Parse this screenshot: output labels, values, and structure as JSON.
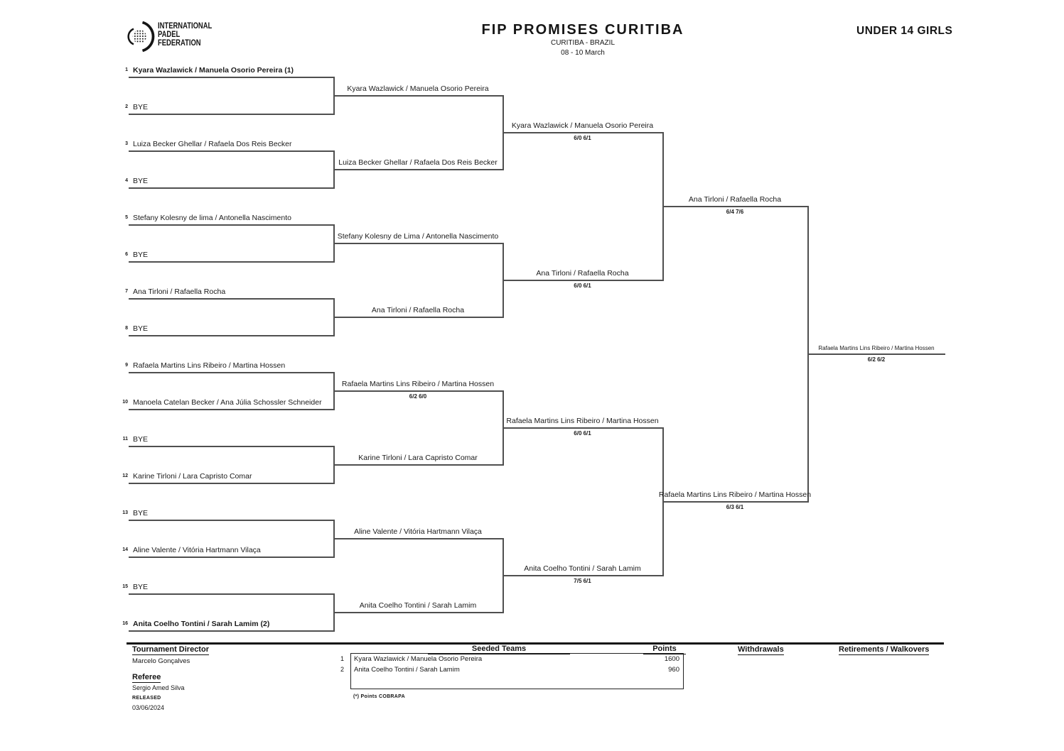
{
  "header": {
    "logo_line1": "INTERNATIONAL",
    "logo_line2": "PADEL",
    "logo_line3": "FEDERATION",
    "title": "FIP PROMISES CURITIBA",
    "location": "CURITIBA - BRAZIL",
    "dates": "08 - 10 March",
    "category": "UNDER 14 GIRLS"
  },
  "bracket": {
    "round1": [
      {
        "seed": "1",
        "name": "Kyara Wazlawick / Manuela Osorio Pereira (1)",
        "bold": true
      },
      {
        "seed": "2",
        "name": "BYE",
        "bold": false
      },
      {
        "seed": "3",
        "name": "Luiza Becker Ghellar / Rafaela Dos Reis Becker",
        "bold": false
      },
      {
        "seed": "4",
        "name": "BYE",
        "bold": false
      },
      {
        "seed": "5",
        "name": "Stefany Kolesny de lima / Antonella Nascimento",
        "bold": false
      },
      {
        "seed": "6",
        "name": "BYE",
        "bold": false
      },
      {
        "seed": "7",
        "name": "Ana Tirloni / Rafaella Rocha",
        "bold": false
      },
      {
        "seed": "8",
        "name": "BYE",
        "bold": false
      },
      {
        "seed": "9",
        "name": "Rafaela Martins Lins Ribeiro / Martina Hossen",
        "bold": false
      },
      {
        "seed": "10",
        "name": "Manoela Catelan Becker / Ana Júlia Schossler Schneider",
        "bold": false
      },
      {
        "seed": "11",
        "name": "BYE",
        "bold": false
      },
      {
        "seed": "12",
        "name": "Karine Tirloni / Lara Capristo Comar",
        "bold": false
      },
      {
        "seed": "13",
        "name": "BYE",
        "bold": false
      },
      {
        "seed": "14",
        "name": "Aline Valente / Vitória Hartmann Vilaça",
        "bold": false
      },
      {
        "seed": "15",
        "name": "BYE",
        "bold": false
      },
      {
        "seed": "16",
        "name": "Anita Coelho Tontini / Sarah Lamim (2)",
        "bold": true
      }
    ],
    "round2": [
      {
        "name": "Kyara Wazlawick / Manuela Osorio Pereira",
        "score": ""
      },
      {
        "name": "Luiza Becker Ghellar / Rafaela Dos Reis Becker",
        "score": ""
      },
      {
        "name": "Stefany Kolesny de Lima / Antonella Nascimento",
        "score": ""
      },
      {
        "name": "Ana Tirloni / Rafaella Rocha",
        "score": ""
      },
      {
        "name": "Rafaela Martins Lins Ribeiro / Martina Hossen",
        "score": "6/2 6/0"
      },
      {
        "name": "Karine Tirloni / Lara Capristo Comar",
        "score": ""
      },
      {
        "name": "Aline Valente / Vitória Hartmann Vilaça",
        "score": ""
      },
      {
        "name": "Anita Coelho Tontini / Sarah Lamim",
        "score": ""
      }
    ],
    "quarterfinals": [
      {
        "name": "Kyara Wazlawick / Manuela Osorio Pereira",
        "score": "6/0 6/1"
      },
      {
        "name": "Ana Tirloni / Rafaella Rocha",
        "score": "6/0 6/1"
      },
      {
        "name": "Rafaela Martins Lins Ribeiro / Martina Hossen",
        "score": "6/0 6/1"
      },
      {
        "name": "Anita Coelho Tontini / Sarah Lamim",
        "score": "7/5 6/1"
      }
    ],
    "semifinals": [
      {
        "name": "Ana Tirloni / Rafaella Rocha",
        "score": "6/4 7/6"
      },
      {
        "name": "Rafaela Martins Lins Ribeiro / Martina Hossen",
        "score": "6/3 6/1"
      }
    ],
    "final": [
      {
        "name": "Rafaela Martins Lins Ribeiro / Martina Hossen",
        "score": "6/2 6/2"
      }
    ]
  },
  "footer": {
    "tournament_director_label": "Tournament Director",
    "tournament_director": "Marcelo Gonçalves",
    "referee_label": "Referee",
    "referee": "Sergio Amed Silva",
    "released_label": "RELEASED",
    "released_date": "03/06/2024",
    "seeded_teams_label": "Seeded Teams",
    "points_label": "Points",
    "seeded_teams": [
      {
        "num": "1",
        "name": "Kyara Wazlawick / Manuela Osorio Pereira",
        "points": "1600"
      },
      {
        "num": "2",
        "name": "Anita Coelho Tontini / Sarah Lamim",
        "points": "960"
      }
    ],
    "points_note": "(*) Points COBRAPA",
    "withdrawals_label": "Withdrawals",
    "retirements_label": "Retirements / Walkovers"
  }
}
